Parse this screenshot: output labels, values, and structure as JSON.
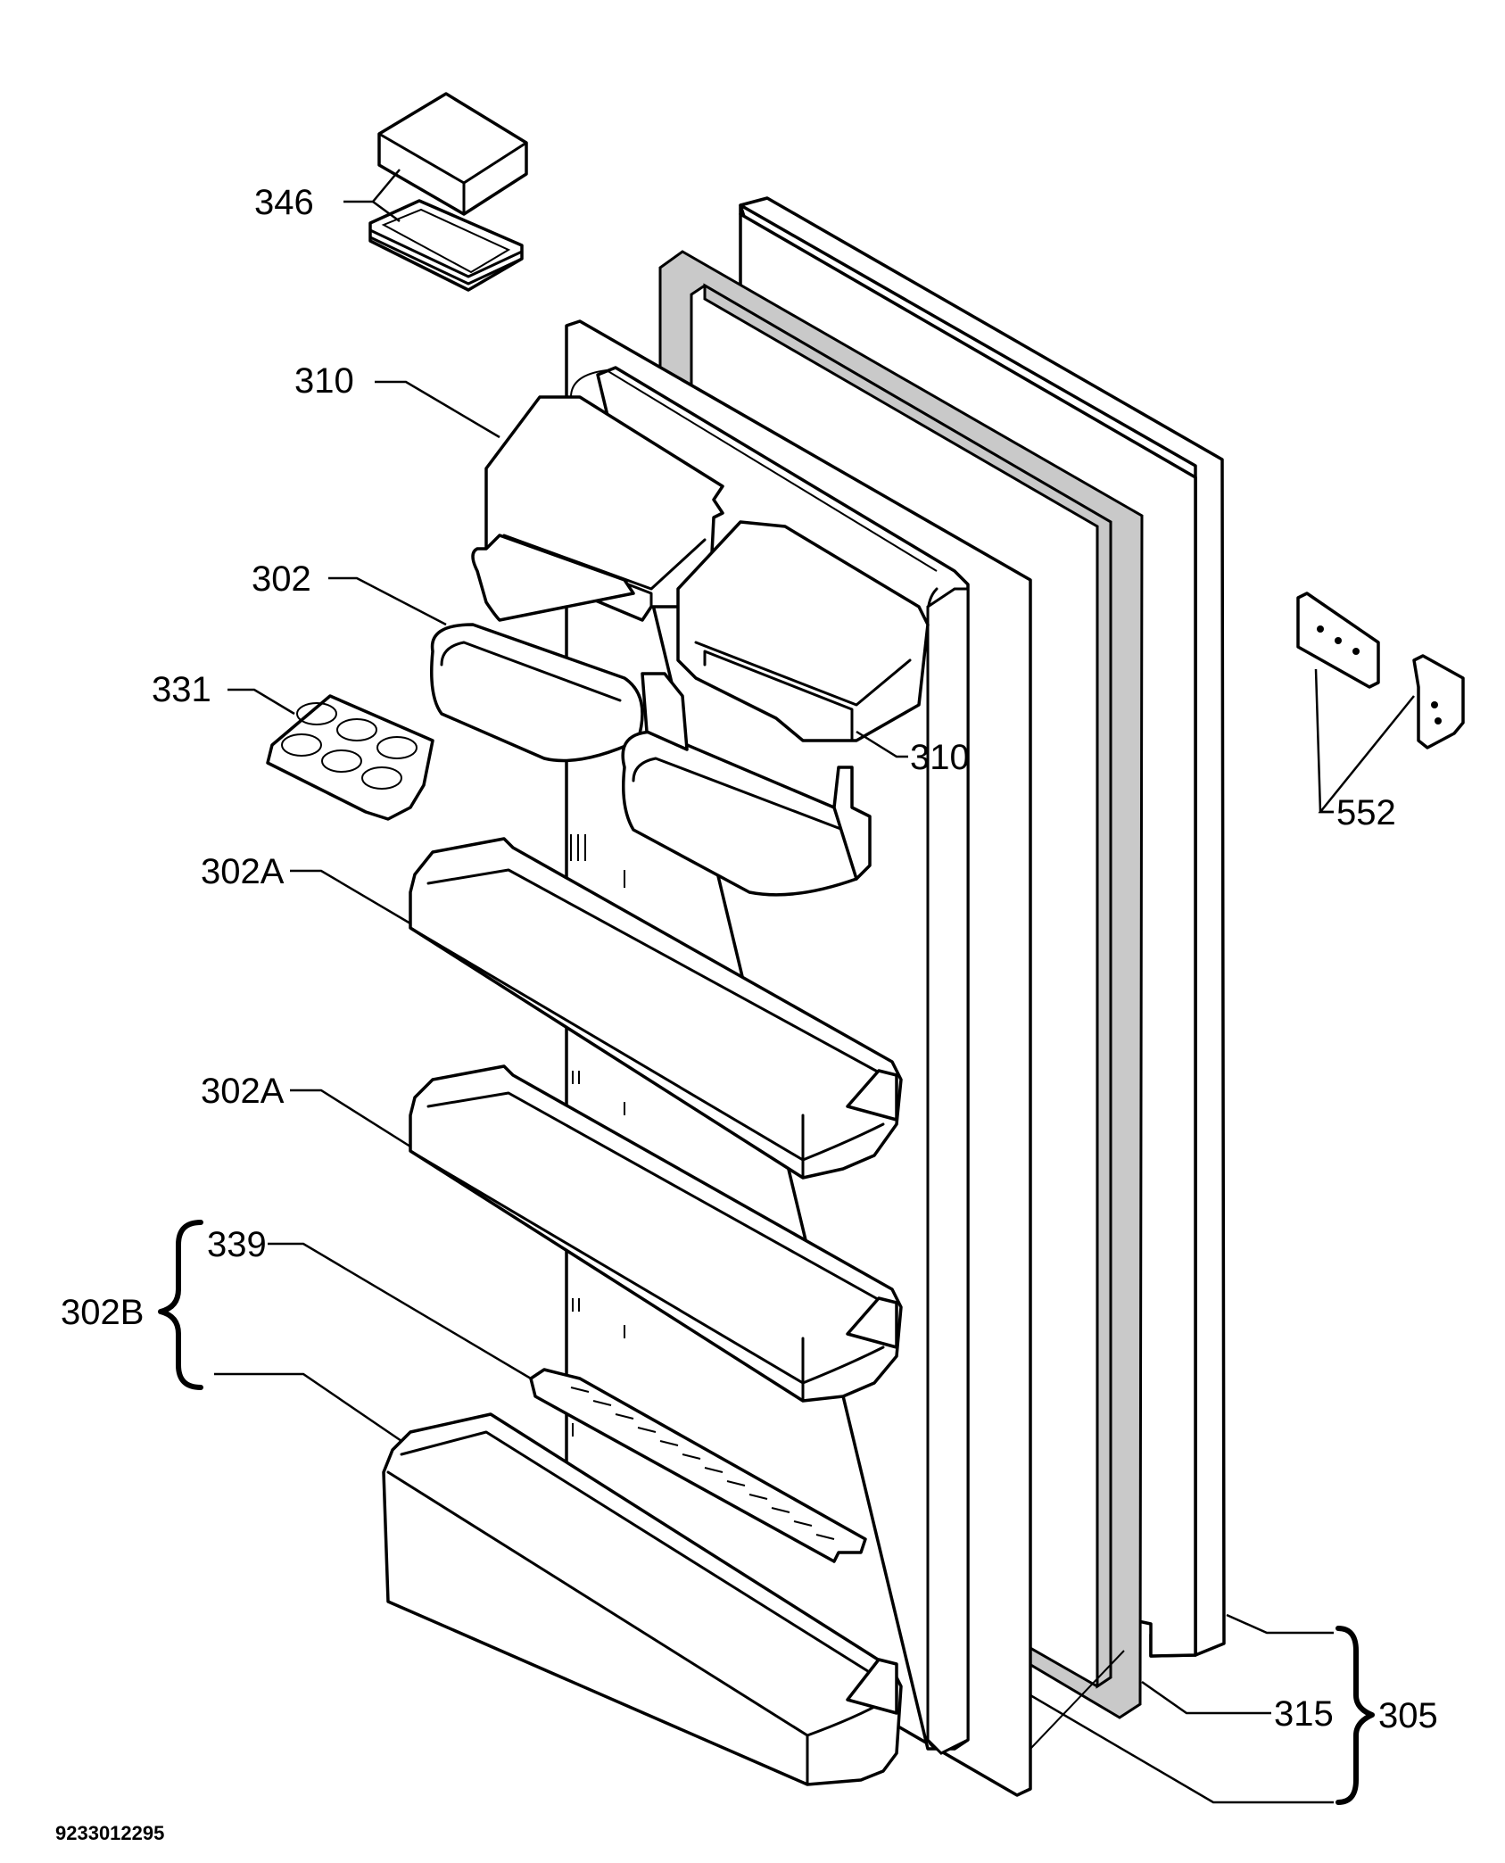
{
  "diagram": {
    "document_number": "9233012295",
    "labels": {
      "l346": "346",
      "l310_top": "310",
      "l310_right": "310",
      "l302": "302",
      "l331": "331",
      "l302a_upper": "302A",
      "l302a_lower": "302A",
      "l339": "339",
      "l302b": "302B",
      "l552": "552",
      "l315": "315",
      "l305": "305"
    }
  }
}
